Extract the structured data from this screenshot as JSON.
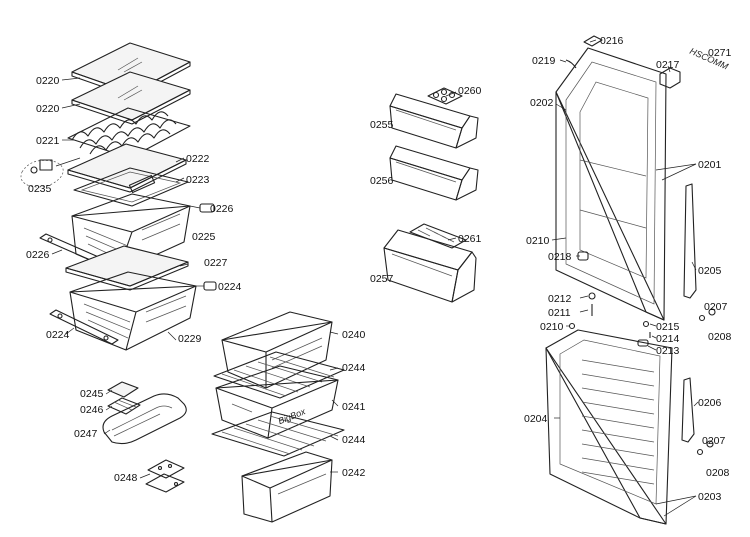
{
  "brand_mark": "BigBox",
  "door_seal_text": "HSCOMM",
  "labels": {
    "l0220a": "0220",
    "l0220b": "0220",
    "l0221": "0221",
    "l0235": "0235",
    "l0222": "0222",
    "l0223": "0223",
    "l0226a": "0226",
    "l0225": "0225",
    "l0226b": "0226",
    "l0227": "0227",
    "l0224a": "0224",
    "l0224b": "0224",
    "l0229": "0229",
    "l0260": "0260",
    "l0255": "0255",
    "l0256": "0256",
    "l0261": "0261",
    "l0257": "0257",
    "l0240": "0240",
    "l0244a": "0244",
    "l0241": "0241",
    "l0244b": "0244",
    "l0242": "0242",
    "l0245": "0245",
    "l0246": "0246",
    "l0247": "0247",
    "l0248": "0248",
    "l0216": "0216",
    "l0219": "0219",
    "l0271": "0271",
    "l0217": "0217",
    "l0202": "0202",
    "l0201": "0201",
    "l0210a": "0210",
    "l0205": "0205",
    "l0218": "0218",
    "l0212": "0212",
    "l0211": "0211",
    "l0210b": "0210",
    "l0207a": "0207",
    "l0208a": "0208",
    "l0215": "0215",
    "l0214": "0214",
    "l0213": "0213",
    "l0206": "0206",
    "l0204": "0204",
    "l0207b": "0207",
    "l0208b": "0208",
    "l0203": "0203"
  }
}
